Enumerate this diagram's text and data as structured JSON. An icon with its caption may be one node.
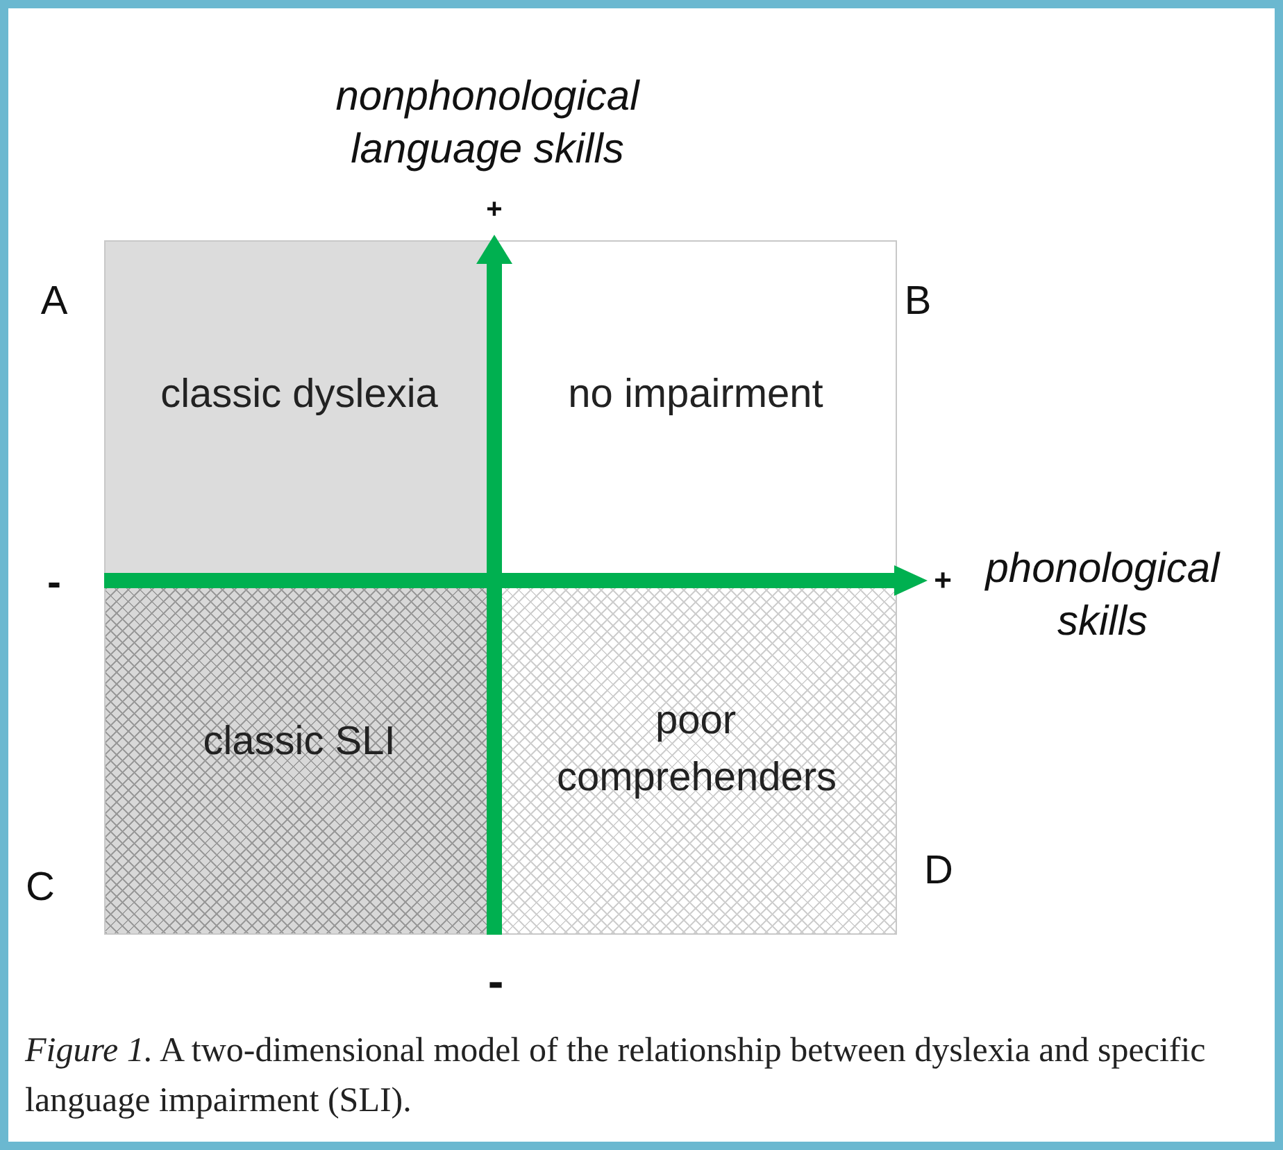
{
  "diagram": {
    "caption": "*Figure 1.*  A two-dimensional model of the relationship between dyslexia and specific language impairment (SLI).",
    "nodes": [
      {
        "text": [
          "classic dyslexia"
        ]
      },
      {
        "text": [
          "no impairment"
        ]
      },
      {
        "text": [
          "classic SLI"
        ]
      },
      {
        "text": [
          "poor comprehenders"
        ]
      }
    ],
    "labels": [
      "nonphonological language skills",
      "+",
      "A",
      "B",
      "-",
      "+",
      "phonological skills",
      "C",
      "D",
      "-"
    ]
  }
}
